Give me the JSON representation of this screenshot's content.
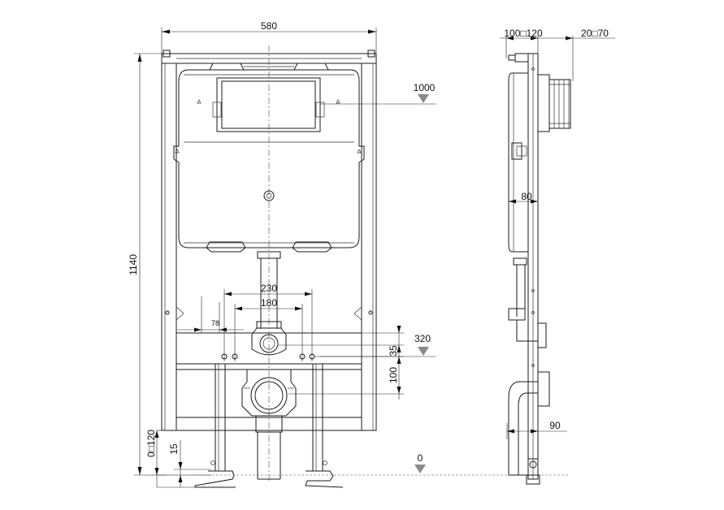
{
  "front_view": {
    "width_label": "580",
    "height_label": "1140",
    "pipe_spacing_label": "230",
    "inner_spacing_label": "180",
    "offset_label": "78",
    "drain_height_label": "35",
    "drain_spacing_label": "100",
    "foot_range_label": "0□120",
    "foot_base_label": "15"
  },
  "levels": {
    "flush_level": "1000",
    "drain_level": "320",
    "floor_level": "0"
  },
  "side_view": {
    "depth_range_label": "100□120",
    "wall_range_label": "20□70",
    "tank_depth_label": "80",
    "frame_depth_label": "90"
  }
}
